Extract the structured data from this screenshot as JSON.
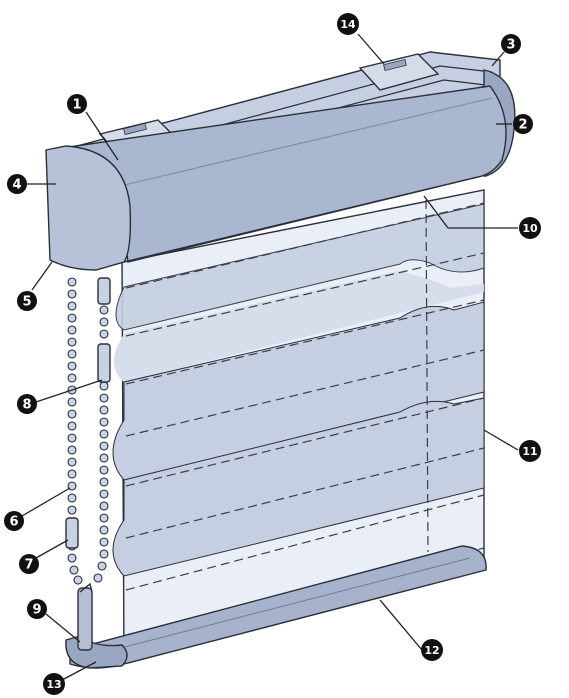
{
  "callouts": [
    {
      "id": "c1",
      "label": "1"
    },
    {
      "id": "c2",
      "label": "2"
    },
    {
      "id": "c3",
      "label": "3"
    },
    {
      "id": "c4",
      "label": "4"
    },
    {
      "id": "c5",
      "label": "5"
    },
    {
      "id": "c6",
      "label": "6"
    },
    {
      "id": "c7",
      "label": "7"
    },
    {
      "id": "c8",
      "label": "8"
    },
    {
      "id": "c9",
      "label": "9"
    },
    {
      "id": "c10",
      "label": "10"
    },
    {
      "id": "c11",
      "label": "11"
    },
    {
      "id": "c12",
      "label": "12"
    },
    {
      "id": "c13",
      "label": "13"
    },
    {
      "id": "c14",
      "label": "14"
    }
  ],
  "colors": {
    "cassette": "#a9b6cf",
    "cassette_dark": "#8e9cb8",
    "fabric_sheer": "#e8edf6",
    "fabric_solid": "#c4cde0",
    "callout": "#111111"
  }
}
